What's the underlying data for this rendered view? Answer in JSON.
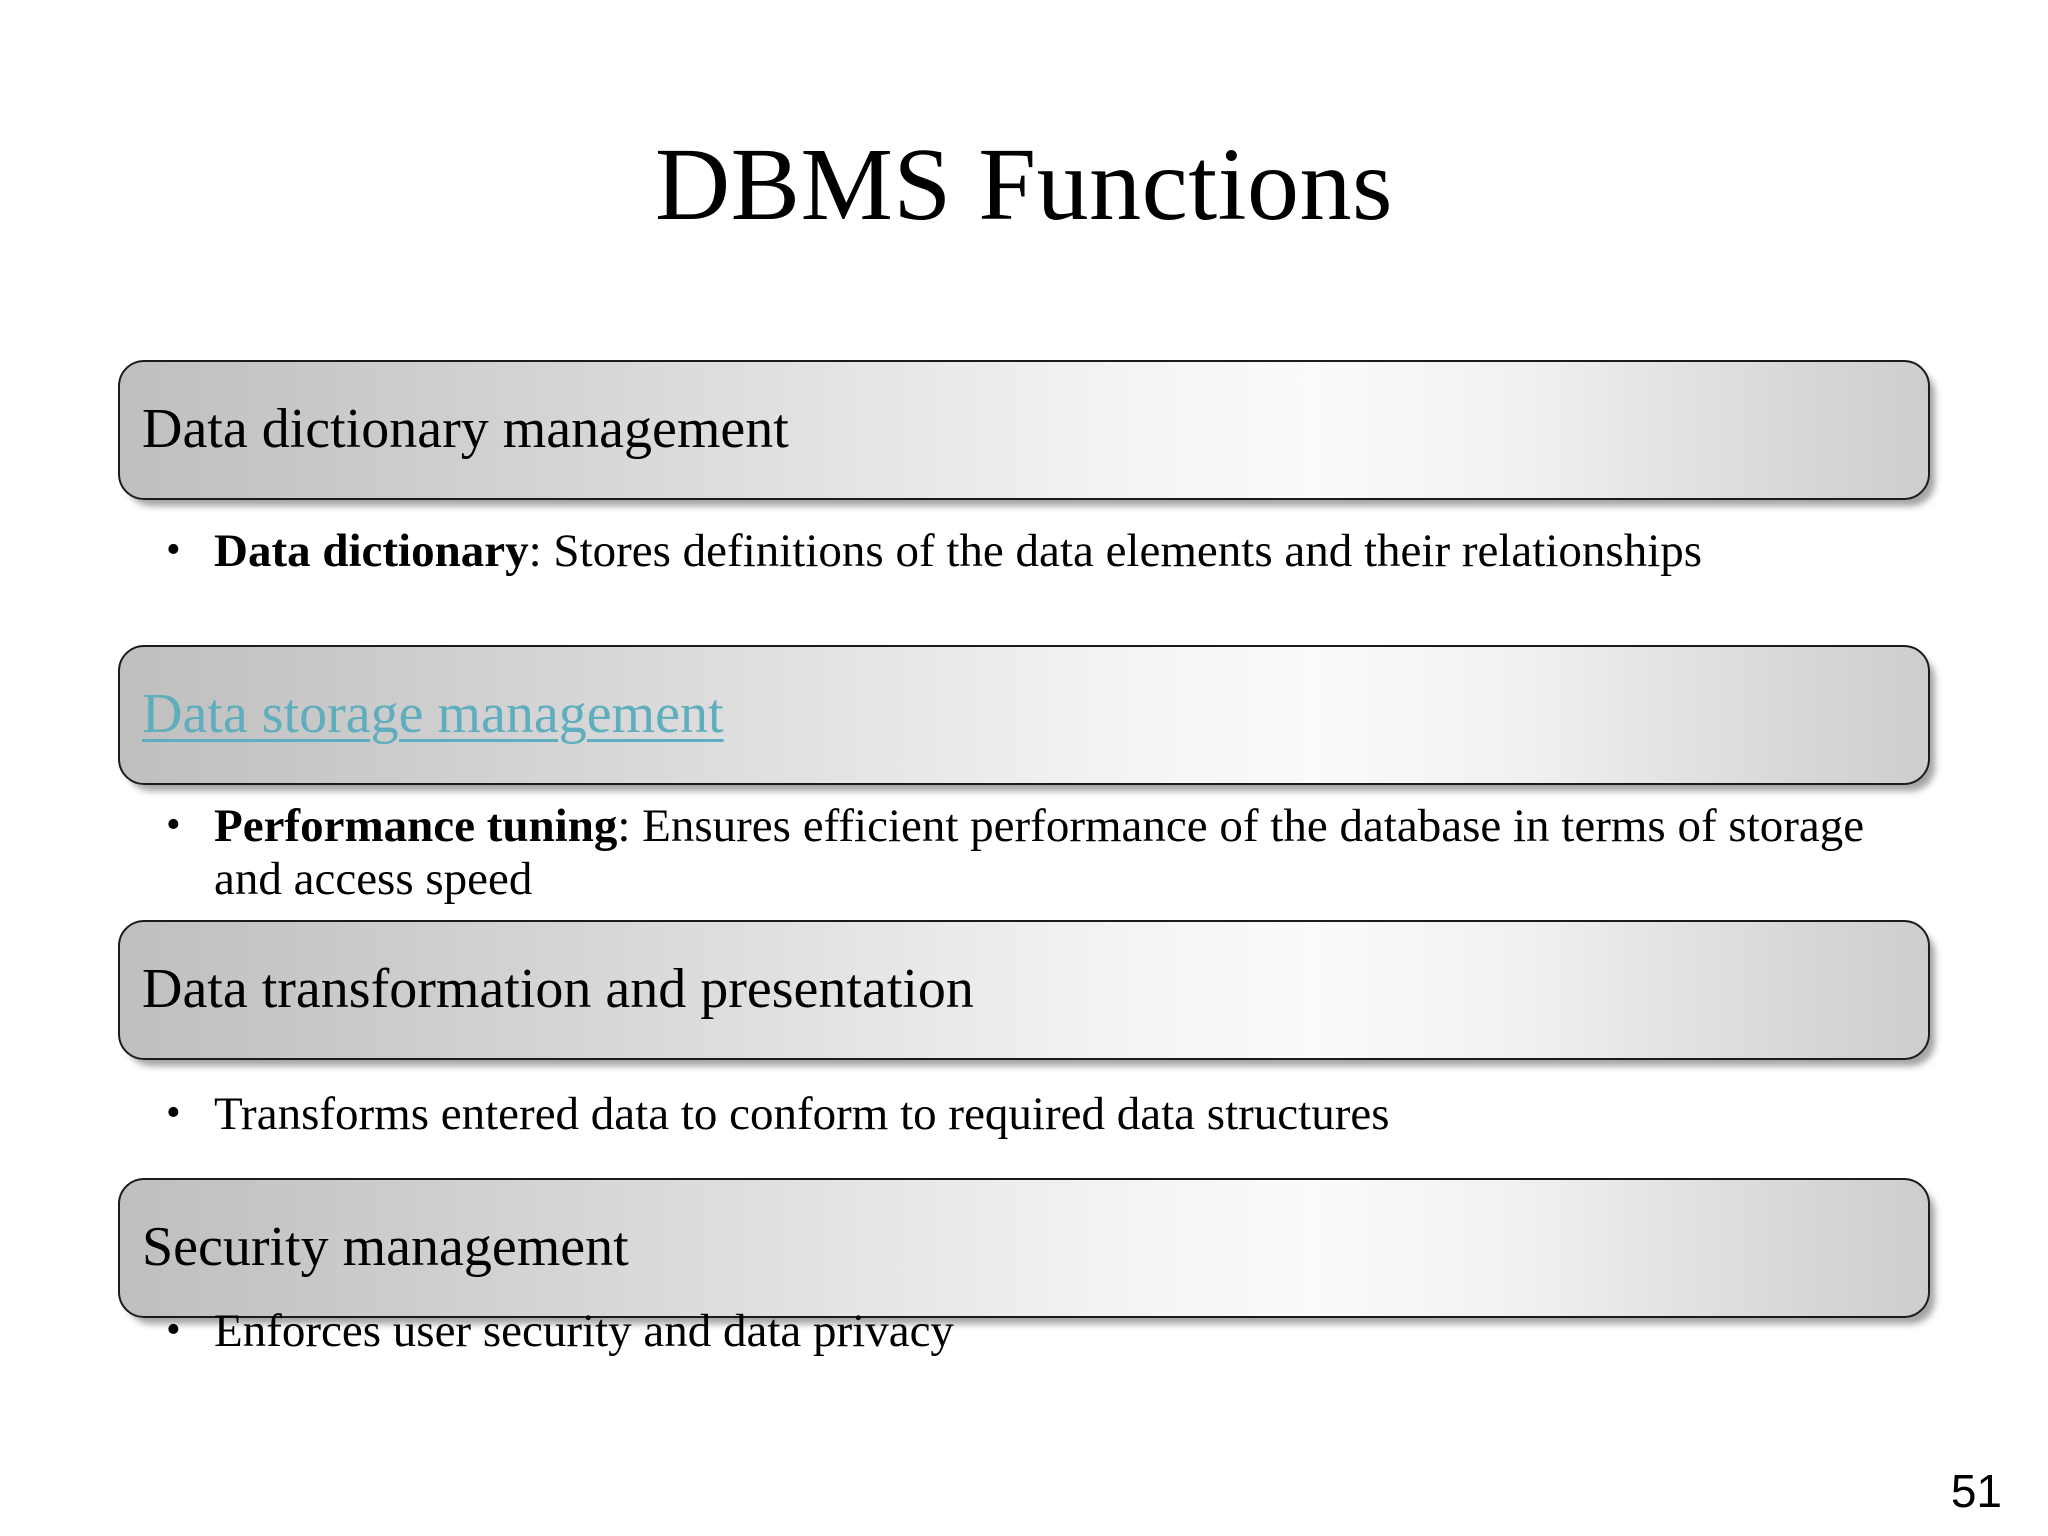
{
  "slide": {
    "title": "DBMS Functions",
    "page_number": "51",
    "link_color": "#5faebd",
    "bar_border_color": "#1b1b1b",
    "text_color": "#000000",
    "background_color": "#ffffff",
    "sections": [
      {
        "header": "Data dictionary management",
        "is_link": false,
        "bullet_marker": "•",
        "bullet_bold": "Data dictionary",
        "bullet_rest": ": Stores definitions of the data elements and their relationships"
      },
      {
        "header": "Data storage management",
        "is_link": true,
        "bullet_marker": "•",
        "bullet_bold": "Performance tuning",
        "bullet_rest": ": Ensures efficient performance of the database in terms of storage and access speed"
      },
      {
        "header": "Data transformation and presentation",
        "is_link": false,
        "bullet_marker": "•",
        "bullet_bold": "",
        "bullet_rest": "Transforms entered data to conform to required data structures"
      },
      {
        "header": "Security management",
        "is_link": false,
        "bullet_marker": "•",
        "bullet_bold": "",
        "bullet_rest": "Enforces user security and data privacy"
      }
    ]
  }
}
